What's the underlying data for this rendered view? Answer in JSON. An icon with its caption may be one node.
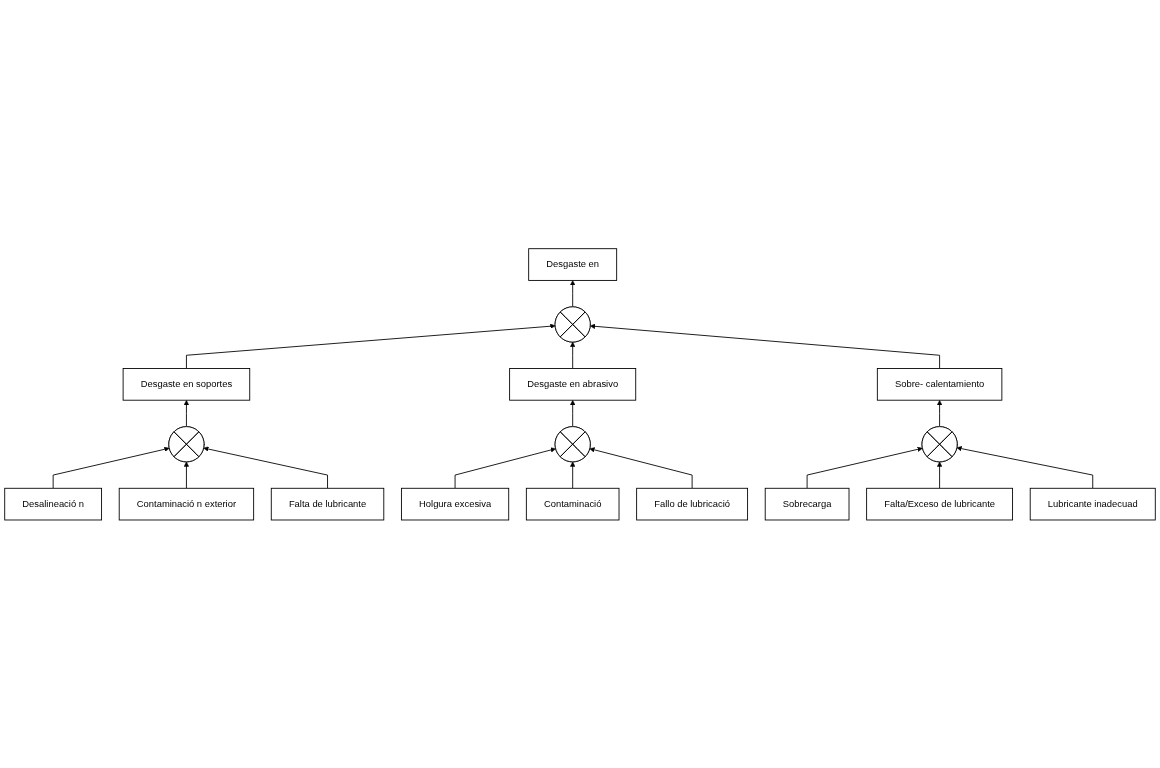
{
  "diagram": {
    "nodes": [
      {
        "text": [
          "Desgaste en"
        ]
      },
      {
        "text": [],
        "shape": "circle"
      },
      {
        "text": [
          "Desgaste en soportes"
        ]
      },
      {
        "text": [
          "Desgaste en abrasivo"
        ]
      },
      {
        "text": [
          "Sobre- calentamiento"
        ]
      },
      {
        "text": [],
        "shape": "circle"
      },
      {
        "text": [],
        "shape": "circle"
      },
      {
        "text": [],
        "shape": "circle"
      },
      {
        "text": [
          "Desalineació n"
        ]
      },
      {
        "text": [
          "Falta de lubricante"
        ]
      },
      {
        "text": [
          "Contaminació n exterior"
        ]
      },
      {
        "text": [
          "Holgura excesiva"
        ]
      },
      {
        "text": [
          "Fallo de lubricació"
        ]
      },
      {
        "text": [
          "Contaminació"
        ]
      },
      {
        "text": [
          "Sobrecarga"
        ]
      },
      {
        "text": [
          "Lubricante inadecuad"
        ]
      },
      {
        "text": [
          "Falta/Exceso de lubricante"
        ]
      }
    ],
    "edges": [
      {
        "from": 1,
        "to": 0,
        "arrow": "to"
      },
      {
        "from": 2,
        "to": 1,
        "arrow": "to"
      },
      {
        "from": 3,
        "to": 1,
        "arrow": "to"
      },
      {
        "from": 4,
        "to": 1,
        "arrow": "to"
      },
      {
        "from": 5,
        "to": 2,
        "arrow": "to"
      },
      {
        "from": 6,
        "to": 3,
        "arrow": "to"
      },
      {
        "from": 7,
        "to": 4,
        "arrow": "to"
      },
      {
        "from": 8,
        "to": 5,
        "arrow": "to"
      },
      {
        "from": 10,
        "to": 5,
        "arrow": "to"
      },
      {
        "from": 9,
        "to": 5,
        "arrow": "to"
      },
      {
        "from": 11,
        "to": 6,
        "arrow": "to"
      },
      {
        "from": 13,
        "to": 6,
        "arrow": "to"
      },
      {
        "from": 12,
        "to": 6,
        "arrow": "to"
      },
      {
        "from": 14,
        "to": 7,
        "arrow": "to"
      },
      {
        "from": 16,
        "to": 7,
        "arrow": "to"
      },
      {
        "from": 15,
        "to": 7,
        "arrow": "to"
      }
    ]
  }
}
